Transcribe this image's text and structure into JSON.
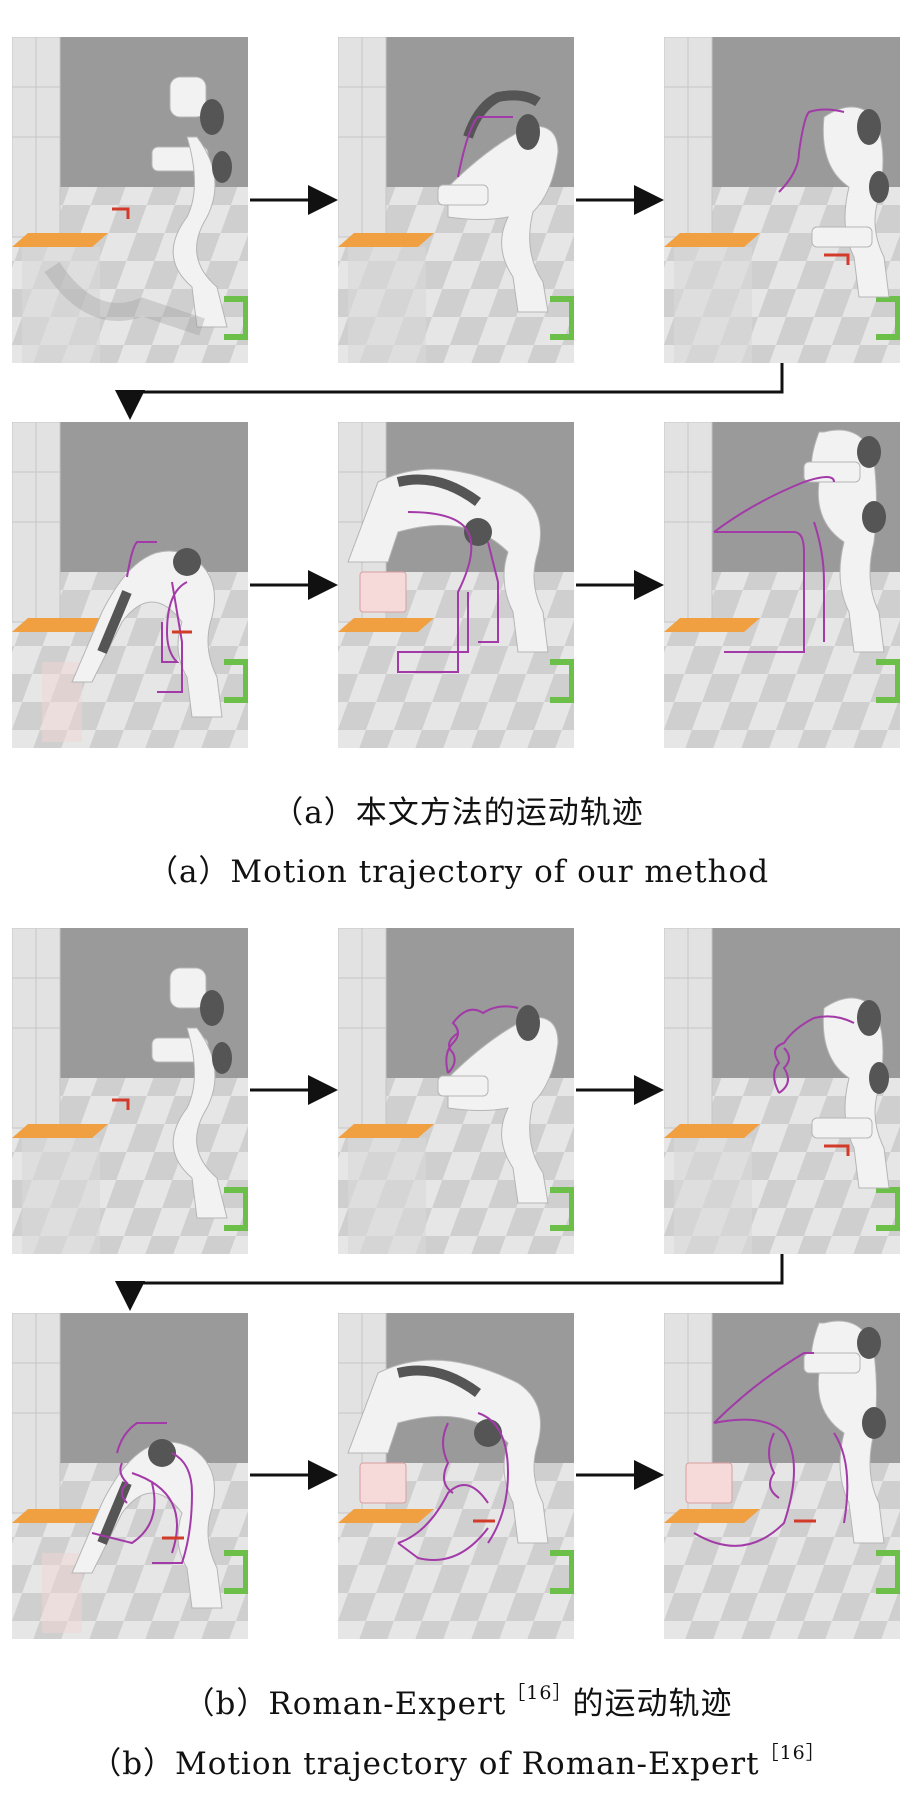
{
  "figure": {
    "panel_a": {
      "caption_zh": "（a）本文方法的运动轨迹",
      "caption_en": "（a）Motion trajectory of our method"
    },
    "panel_b": {
      "caption_zh_prefix": "（b）Roman-Expert",
      "caption_zh_ref": "［16］",
      "caption_zh_suffix": "的运动轨迹",
      "caption_en_prefix": "（b）Motion trajectory of Roman-Expert",
      "caption_en_ref": "［16］"
    },
    "colors": {
      "trajectory": "#a23aa8",
      "table": "#f0a040",
      "handle_green": "#6cc04a",
      "marker_red": "#d23a2a",
      "background_wall": "#9a9a9a"
    }
  }
}
